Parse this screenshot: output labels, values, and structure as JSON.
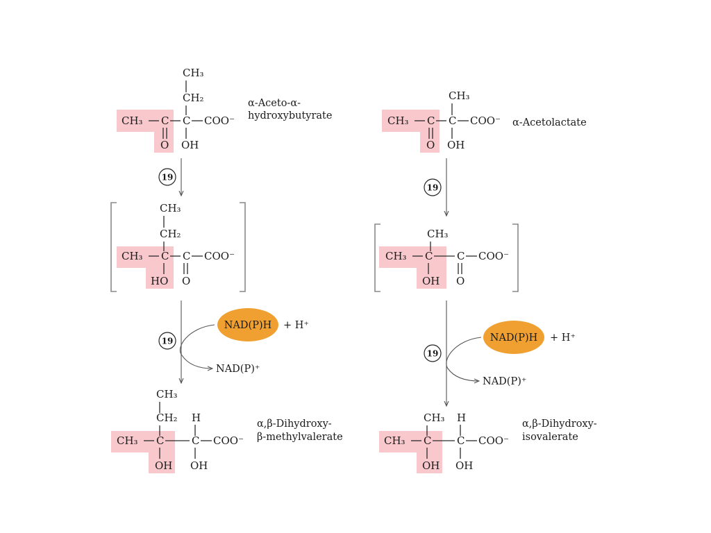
{
  "colors": {
    "highlight": "#f8c8cc",
    "cofactor": "#f0a030",
    "text": "#1a1a1a"
  },
  "step_number": "19",
  "left_pathway": {
    "substrate": {
      "name_line1": "α-Aceto-α-",
      "name_line2": "hydroxybutyrate",
      "top_ch3": "CH₃",
      "ch2": "CH₂",
      "ch3": "CH₃",
      "c1": "C",
      "c2": "C",
      "coo": "COO⁻",
      "o": "O",
      "oh": "OH"
    },
    "intermediate": {
      "top_ch3": "CH₃",
      "ch2": "CH₂",
      "ch3": "CH₃",
      "c1": "C",
      "c2": "C",
      "coo": "COO⁻",
      "ho": "HO",
      "o": "O"
    },
    "cofactor": {
      "in": "NAD(P)H",
      "plus_h": "+ H⁺",
      "out": "NAD(P)⁺"
    },
    "product": {
      "name_line1": "α,β-Dihydroxy-",
      "name_line2": "β-methylvalerate",
      "top_ch3": "CH₃",
      "ch2": "CH₂",
      "h": "H",
      "ch3": "CH₃",
      "c1": "C",
      "c2": "C",
      "coo": "COO⁻",
      "oh1": "OH",
      "oh2": "OH"
    }
  },
  "right_pathway": {
    "substrate": {
      "name": "α-Acetolactate",
      "top_ch3": "CH₃",
      "ch3": "CH₃",
      "c1": "C",
      "c2": "C",
      "coo": "COO⁻",
      "o": "O",
      "oh": "OH"
    },
    "intermediate": {
      "top_ch3": "CH₃",
      "ch3": "CH₃",
      "c1": "C",
      "c2": "C",
      "coo": "COO⁻",
      "oh": "OH",
      "o": "O"
    },
    "cofactor": {
      "in": "NAD(P)H",
      "plus_h": "+ H⁺",
      "out": "NAD(P)⁺"
    },
    "product": {
      "name_line1": "α,β-Dihydroxy-",
      "name_line2": "isovalerate",
      "top_ch3": "CH₃",
      "h": "H",
      "ch3": "CH₃",
      "c1": "C",
      "c2": "C",
      "coo": "COO⁻",
      "oh1": "OH",
      "oh2": "OH"
    }
  }
}
